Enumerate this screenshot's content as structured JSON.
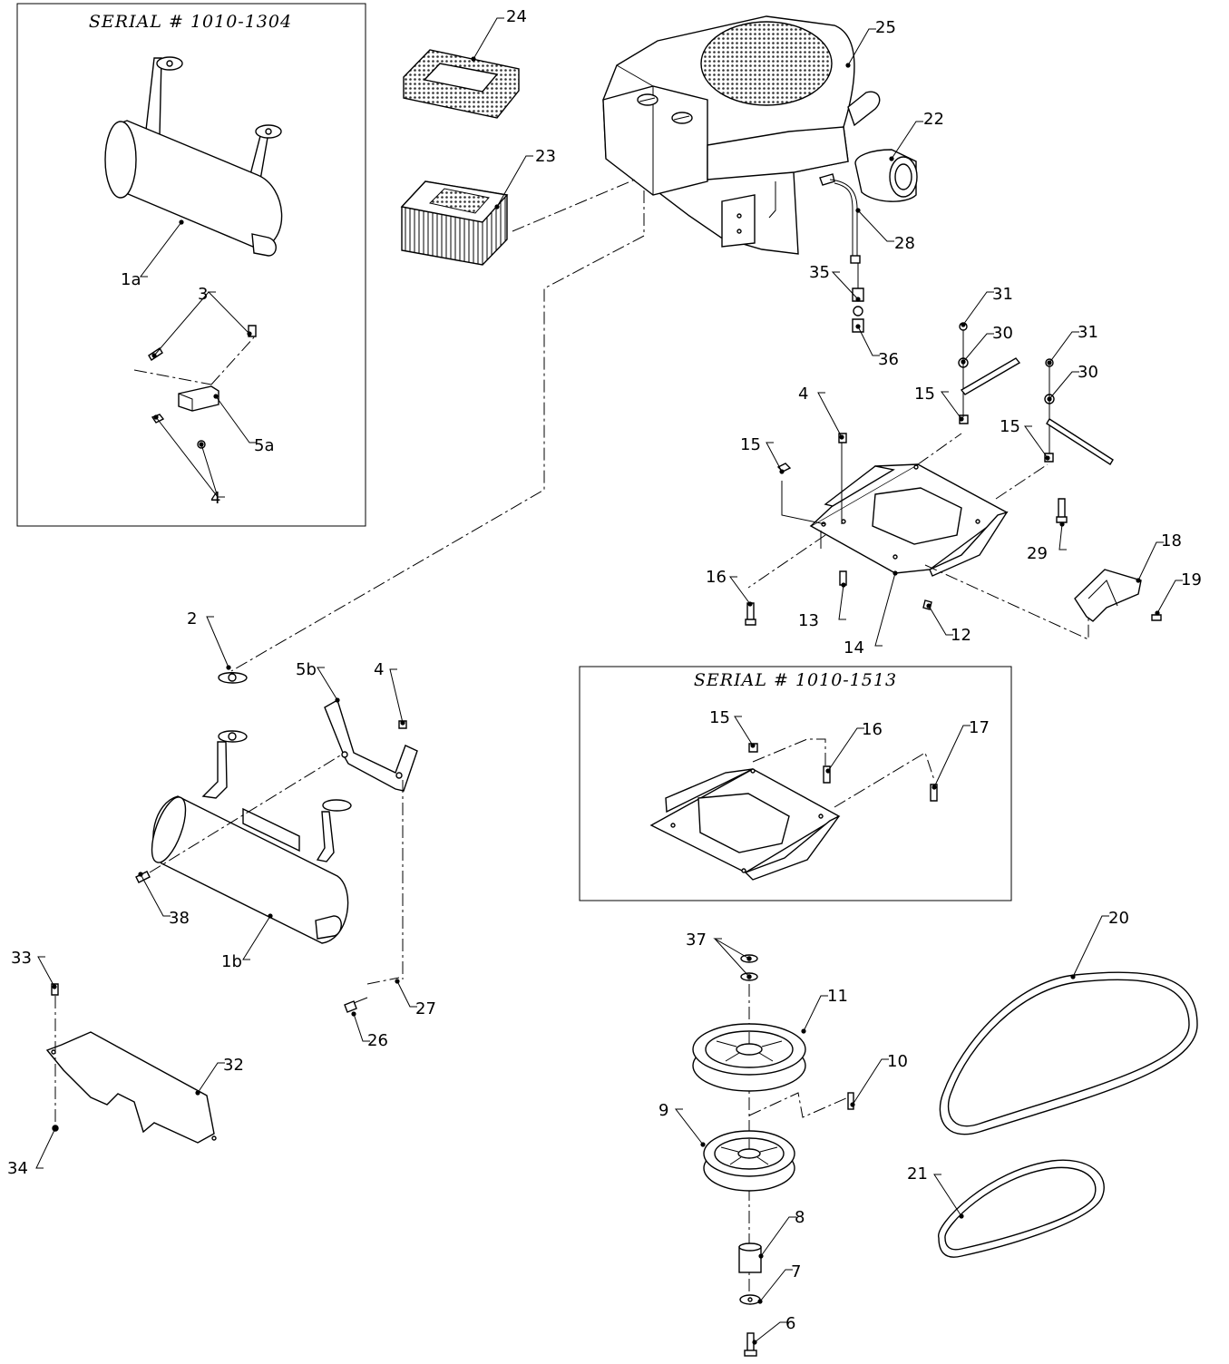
{
  "serial_boxes": [
    {
      "text": "SERIAL  #  1010-1304"
    },
    {
      "text": "SERIAL  #  1010-1513"
    }
  ],
  "callouts": [
    {
      "id": "24",
      "label": "24"
    },
    {
      "id": "25",
      "label": "25"
    },
    {
      "id": "22",
      "label": "22"
    },
    {
      "id": "23",
      "label": "23"
    },
    {
      "id": "28",
      "label": "28"
    },
    {
      "id": "35",
      "label": "35"
    },
    {
      "id": "36",
      "label": "36"
    },
    {
      "id": "31a",
      "label": "31"
    },
    {
      "id": "30a",
      "label": "30"
    },
    {
      "id": "31b",
      "label": "31"
    },
    {
      "id": "30b",
      "label": "30"
    },
    {
      "id": "15a",
      "label": "15"
    },
    {
      "id": "15b",
      "label": "15"
    },
    {
      "id": "15c",
      "label": "15"
    },
    {
      "id": "4a",
      "label": "4"
    },
    {
      "id": "29",
      "label": "29"
    },
    {
      "id": "18",
      "label": "18"
    },
    {
      "id": "19",
      "label": "19"
    },
    {
      "id": "16a",
      "label": "16"
    },
    {
      "id": "13",
      "label": "13"
    },
    {
      "id": "14",
      "label": "14"
    },
    {
      "id": "12",
      "label": "12"
    },
    {
      "id": "1a",
      "label": "1a"
    },
    {
      "id": "3",
      "label": "3"
    },
    {
      "id": "5a",
      "label": "5a"
    },
    {
      "id": "4b",
      "label": "4"
    },
    {
      "id": "2",
      "label": "2"
    },
    {
      "id": "5b",
      "label": "5b"
    },
    {
      "id": "4c",
      "label": "4"
    },
    {
      "id": "15d",
      "label": "15"
    },
    {
      "id": "16b",
      "label": "16"
    },
    {
      "id": "17",
      "label": "17"
    },
    {
      "id": "38",
      "label": "38"
    },
    {
      "id": "1b",
      "label": "1b"
    },
    {
      "id": "33",
      "label": "33"
    },
    {
      "id": "32",
      "label": "32"
    },
    {
      "id": "34",
      "label": "34"
    },
    {
      "id": "26",
      "label": "26"
    },
    {
      "id": "27",
      "label": "27"
    },
    {
      "id": "37",
      "label": "37"
    },
    {
      "id": "11",
      "label": "11"
    },
    {
      "id": "10",
      "label": "10"
    },
    {
      "id": "9",
      "label": "9"
    },
    {
      "id": "8",
      "label": "8"
    },
    {
      "id": "7",
      "label": "7"
    },
    {
      "id": "6",
      "label": "6"
    },
    {
      "id": "20",
      "label": "20"
    },
    {
      "id": "21",
      "label": "21"
    }
  ]
}
